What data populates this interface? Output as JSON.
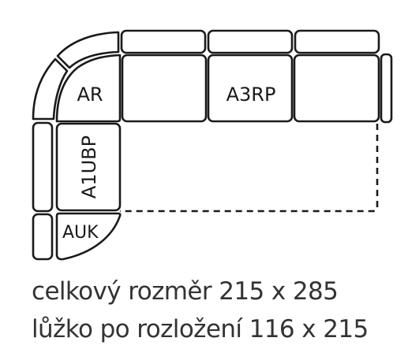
{
  "modules": {
    "ar": "AR",
    "a3rp": "A3RP",
    "a1ubp": "A1UBP",
    "auk": "AUK"
  },
  "captions": {
    "total_size": "celkový rozměr 215 x 285",
    "bed_size": "lůžko po rozložení 116 x 215"
  },
  "colors": {
    "outline": "#1a1a1a",
    "text": "#333333"
  }
}
